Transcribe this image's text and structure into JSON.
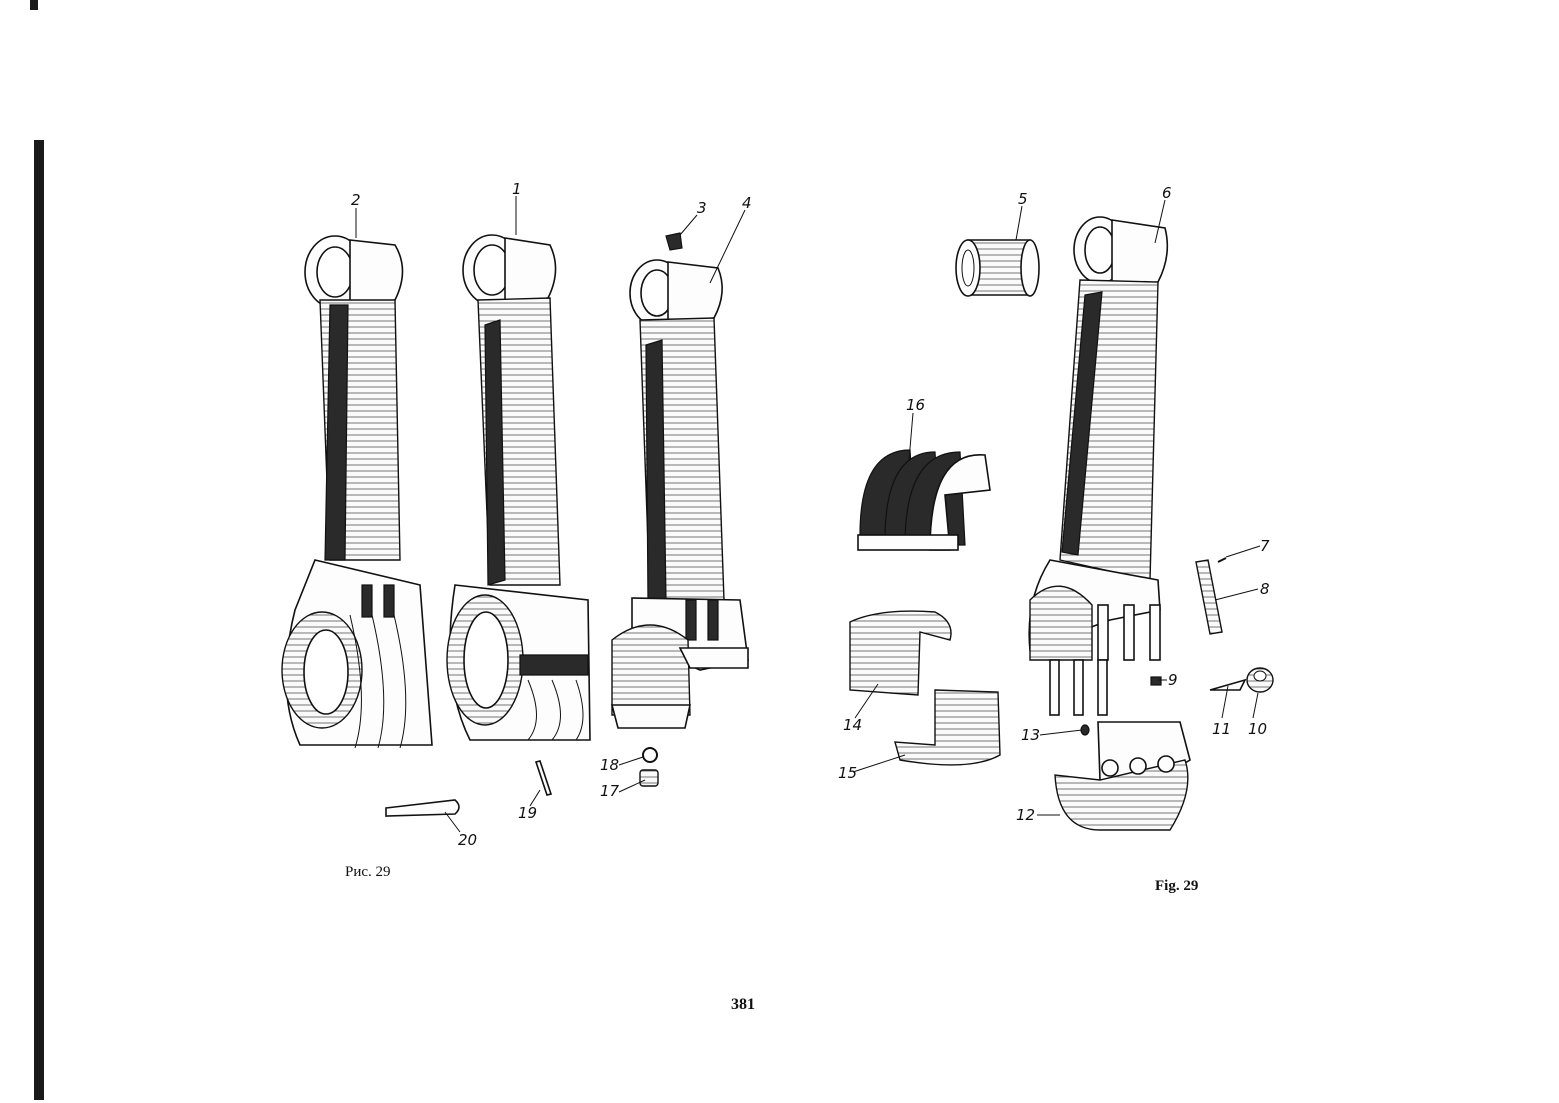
{
  "figure": {
    "caption_ru": "Рис. 29",
    "caption_en": "Fig. 29",
    "page_number": "381"
  },
  "callouts": [
    {
      "id": "c1",
      "text": "1"
    },
    {
      "id": "c2",
      "text": "2"
    },
    {
      "id": "c3",
      "text": "3"
    },
    {
      "id": "c4",
      "text": "4"
    },
    {
      "id": "c5",
      "text": "5"
    },
    {
      "id": "c6",
      "text": "6"
    },
    {
      "id": "c7",
      "text": "7"
    },
    {
      "id": "c8",
      "text": "8"
    },
    {
      "id": "c9",
      "text": "9"
    },
    {
      "id": "c10",
      "text": "10"
    },
    {
      "id": "c11",
      "text": "11"
    },
    {
      "id": "c12",
      "text": "12"
    },
    {
      "id": "c13",
      "text": "13"
    },
    {
      "id": "c14",
      "text": "14"
    },
    {
      "id": "c15",
      "text": "15"
    },
    {
      "id": "c16",
      "text": "16"
    },
    {
      "id": "c17",
      "text": "17"
    },
    {
      "id": "c18",
      "text": "18"
    },
    {
      "id": "c19",
      "text": "19"
    },
    {
      "id": "c20",
      "text": "20"
    }
  ]
}
